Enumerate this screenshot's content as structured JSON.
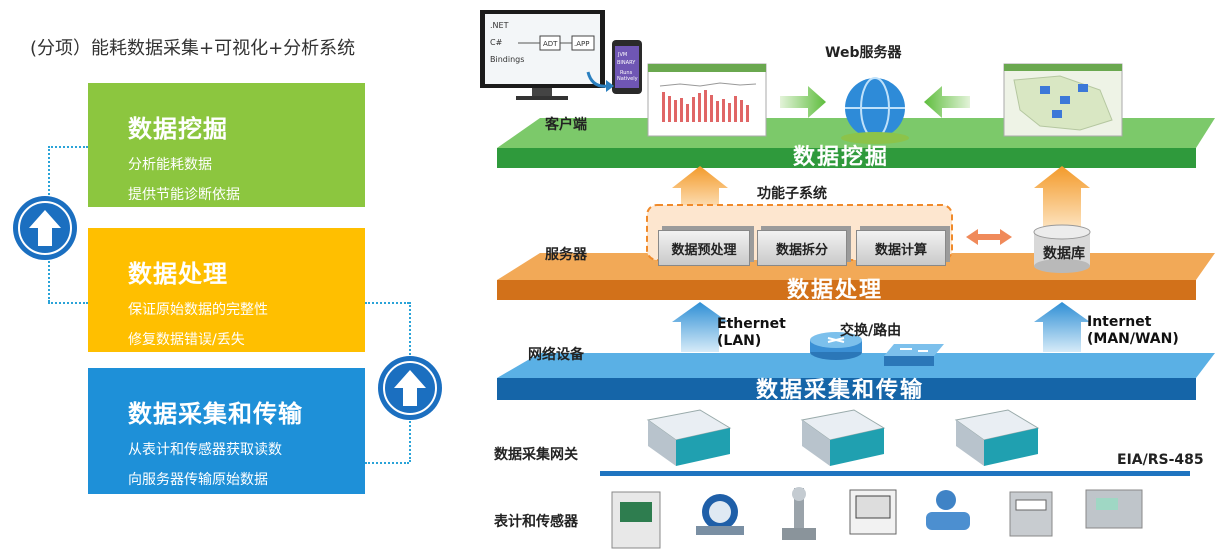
{
  "title": "(分项）能耗数据采集+可视化+分析系统",
  "cards": [
    {
      "heading": "数据挖掘",
      "line1": "分析能耗数据",
      "line2": "提供节能诊断依据",
      "color": "#8cc63f"
    },
    {
      "heading": "数据处理",
      "line1": "保证原始数据的完整性",
      "line2": "修复数据错误/丢失",
      "color": "#ffbf00"
    },
    {
      "heading": "数据采集和传输",
      "line1": "从表计和传感器获取读数",
      "line2": "向服务器传输原始数据",
      "color": "#1e90d8"
    }
  ],
  "layers": {
    "client": "客户端",
    "server": "服务器",
    "network": "网络设备",
    "gateway": "数据采集网关",
    "sensors": "表计和传感器"
  },
  "platforms": {
    "mining": "数据挖掘",
    "processing": "数据处理",
    "transfer": "数据采集和传输"
  },
  "web_server": "Web服务器",
  "subsystem": "功能子系统",
  "modules": [
    "数据预处理",
    "数据拆分",
    "数据计算"
  ],
  "database": "数据库",
  "ethernet": [
    "Ethernet",
    "(LAN)"
  ],
  "internet": [
    "Internet",
    "(MAN/WAN)"
  ],
  "switch_route": "交换/路由",
  "bus": "EIA/RS-485",
  "app_image": {
    "net": ".NET",
    "cs": "C#",
    "bindings": "Bindings",
    "adt": "ADT",
    "app": ".APP",
    "jvm": "JVM",
    "binary": "BINARY",
    "runs": "Runs",
    "natively": "Natively"
  },
  "colors": {
    "green": "#3aa33e",
    "orange": "#e67e15",
    "blue": "#1a7cc2",
    "arrow_orange": "#f4a23a",
    "arrow_blue": "#3d9bd8"
  }
}
